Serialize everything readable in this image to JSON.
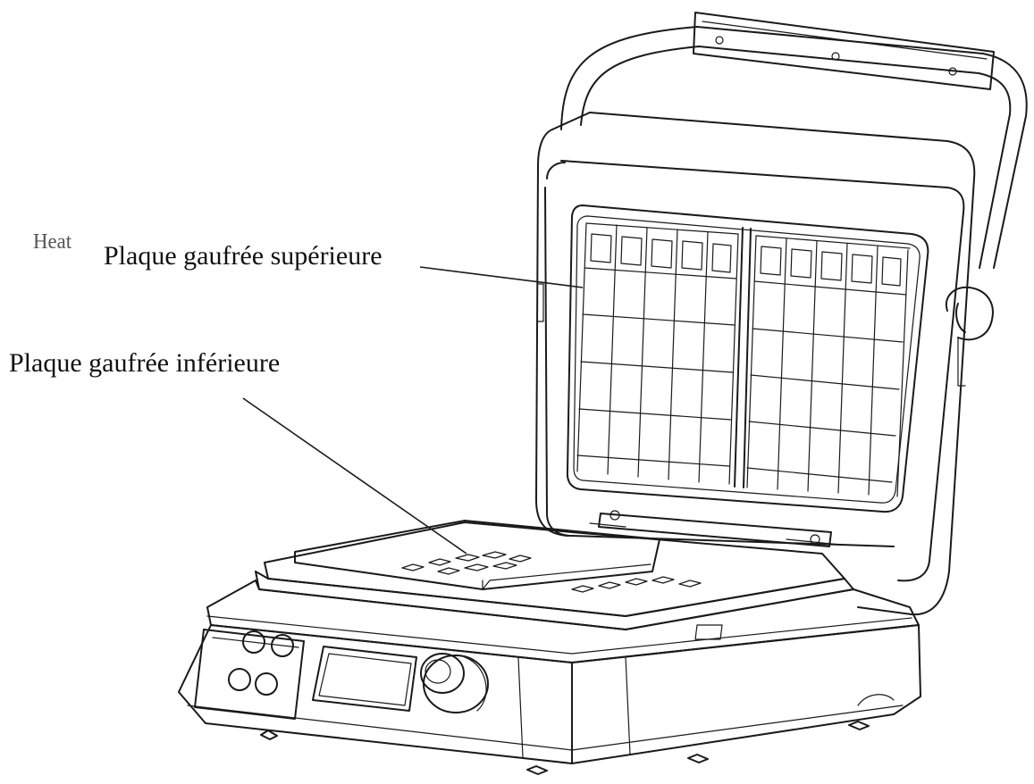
{
  "labels": {
    "fragment": "Heat",
    "upper_plate": "Plaque gaufrée supérieure",
    "lower_plate": "Plaque gaufrée inférieure"
  },
  "colors": {
    "line": "#1a1a1a",
    "background": "#ffffff",
    "faded_text": "#555555"
  }
}
